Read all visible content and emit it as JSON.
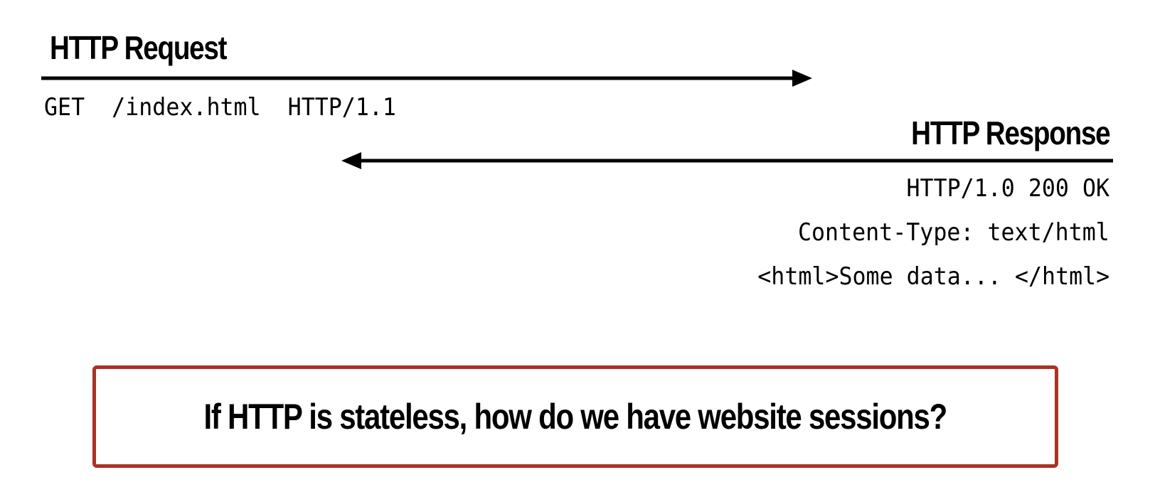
{
  "request": {
    "title": "HTTP Request",
    "line": "GET  /index.html  HTTP/1.1"
  },
  "response": {
    "title": "HTTP Response",
    "lines": [
      "HTTP/1.0 200 OK",
      "Content-Type: text/html",
      "<html>Some data... </html>"
    ]
  },
  "question": "If HTTP is stateless, how do we have website sessions?",
  "colors": {
    "box_border": "#a93226",
    "arrow": "#000000",
    "text": "#000000",
    "background": "#ffffff"
  }
}
